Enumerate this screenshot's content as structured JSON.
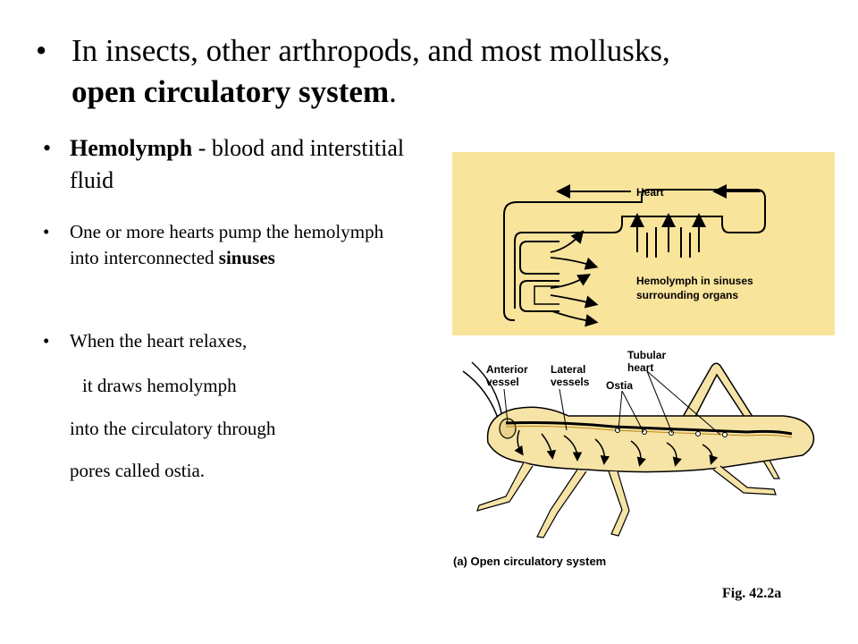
{
  "bullets": {
    "title": {
      "pre": "In insects, other arthropods, and most mollusks,",
      "bold": "open circulatory system",
      "post": "."
    },
    "hemolymph": {
      "bold": "Hemolymph",
      "rest": " - blood and interstitial fluid"
    },
    "pump": {
      "pre": "One or more hearts pump the hemolymph into interconnected",
      "bold": "sinuses"
    },
    "relax": {
      "line1": "When the heart relaxes,",
      "line2": "it draws hemolymph",
      "line3": "into the circulatory through",
      "line4": "pores called ostia."
    }
  },
  "diagram": {
    "heart_label": "Heart",
    "sinus_label_1": "Hemolymph in sinuses",
    "sinus_label_2": "surrounding organs",
    "panel_color": "#f9e49c",
    "insect": {
      "label_anterior_1": "Anterior",
      "label_anterior_2": "vessel",
      "label_lateral_1": "Lateral",
      "label_lateral_2": "vessels",
      "label_tubular_1": "Tubular",
      "label_tubular_2": "heart",
      "label_ostia": "Ostia",
      "body_color": "#f6e3a6"
    },
    "caption": "(a) Open circulatory system",
    "figure_ref": "Fig. 42.2a"
  }
}
